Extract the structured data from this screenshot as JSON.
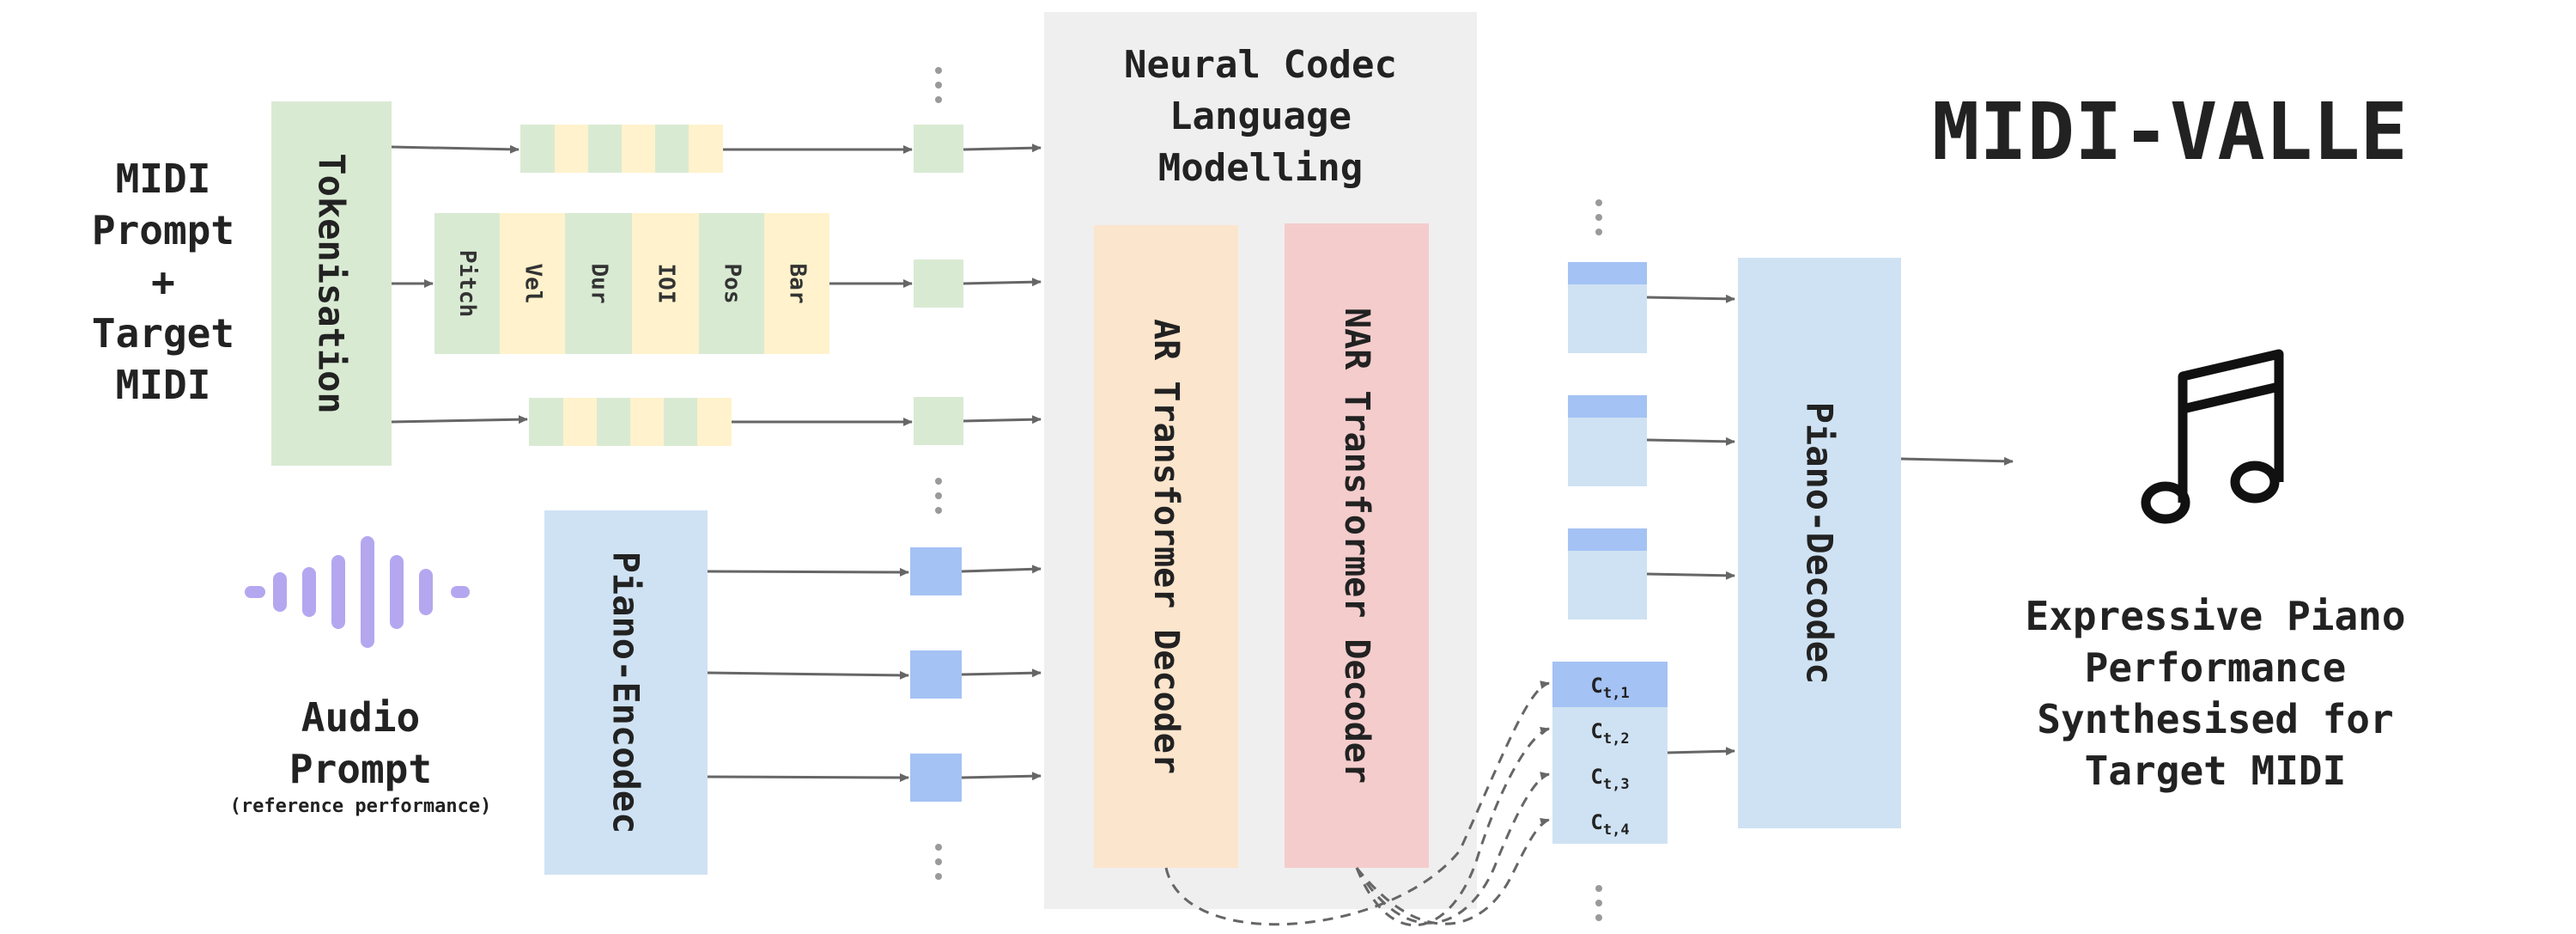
{
  "title": "MIDI-VALLE",
  "midi_prompt": {
    "lines": [
      "MIDI",
      "Prompt",
      "+",
      "Target",
      "MIDI"
    ]
  },
  "tokenisation": {
    "label": "Tokenisation"
  },
  "token_fields": [
    "Pitch",
    "Vel",
    "Dur",
    "IOI",
    "Pos",
    "Bar"
  ],
  "audio_prompt": {
    "line1": "Audio",
    "line2": "Prompt",
    "caption": "(reference performance)"
  },
  "piano_encoder": {
    "label": "Piano-Encodec"
  },
  "codec_lm": {
    "lines": [
      "Neural Codec",
      "Language",
      "Modelling"
    ]
  },
  "ar_decoder": {
    "label": "AR Transformer Decoder"
  },
  "nar_decoder": {
    "label": "NAR Transformer Decoder"
  },
  "codes": [
    {
      "base": "C",
      "sub": "t,1"
    },
    {
      "base": "C",
      "sub": "t,2"
    },
    {
      "base": "C",
      "sub": "t,3"
    },
    {
      "base": "C",
      "sub": "t,4"
    }
  ],
  "piano_decoder": {
    "label": "Piano-Decodec"
  },
  "output": {
    "lines": [
      "Expressive Piano",
      "Performance",
      "Synthesised for",
      "Target MIDI"
    ]
  },
  "icons": {
    "music": "music-note-icon",
    "audio": "audio-waveform-icon"
  },
  "colors": {
    "green": "#d9ead3",
    "yellow": "#fff2cc",
    "blue_light": "#cfe2f3",
    "blue_mid": "#a4c2f4",
    "orange": "#fce5cd",
    "red": "#f4cccc",
    "gray_panel": "#efefef",
    "wave": "#b4a7f0"
  }
}
